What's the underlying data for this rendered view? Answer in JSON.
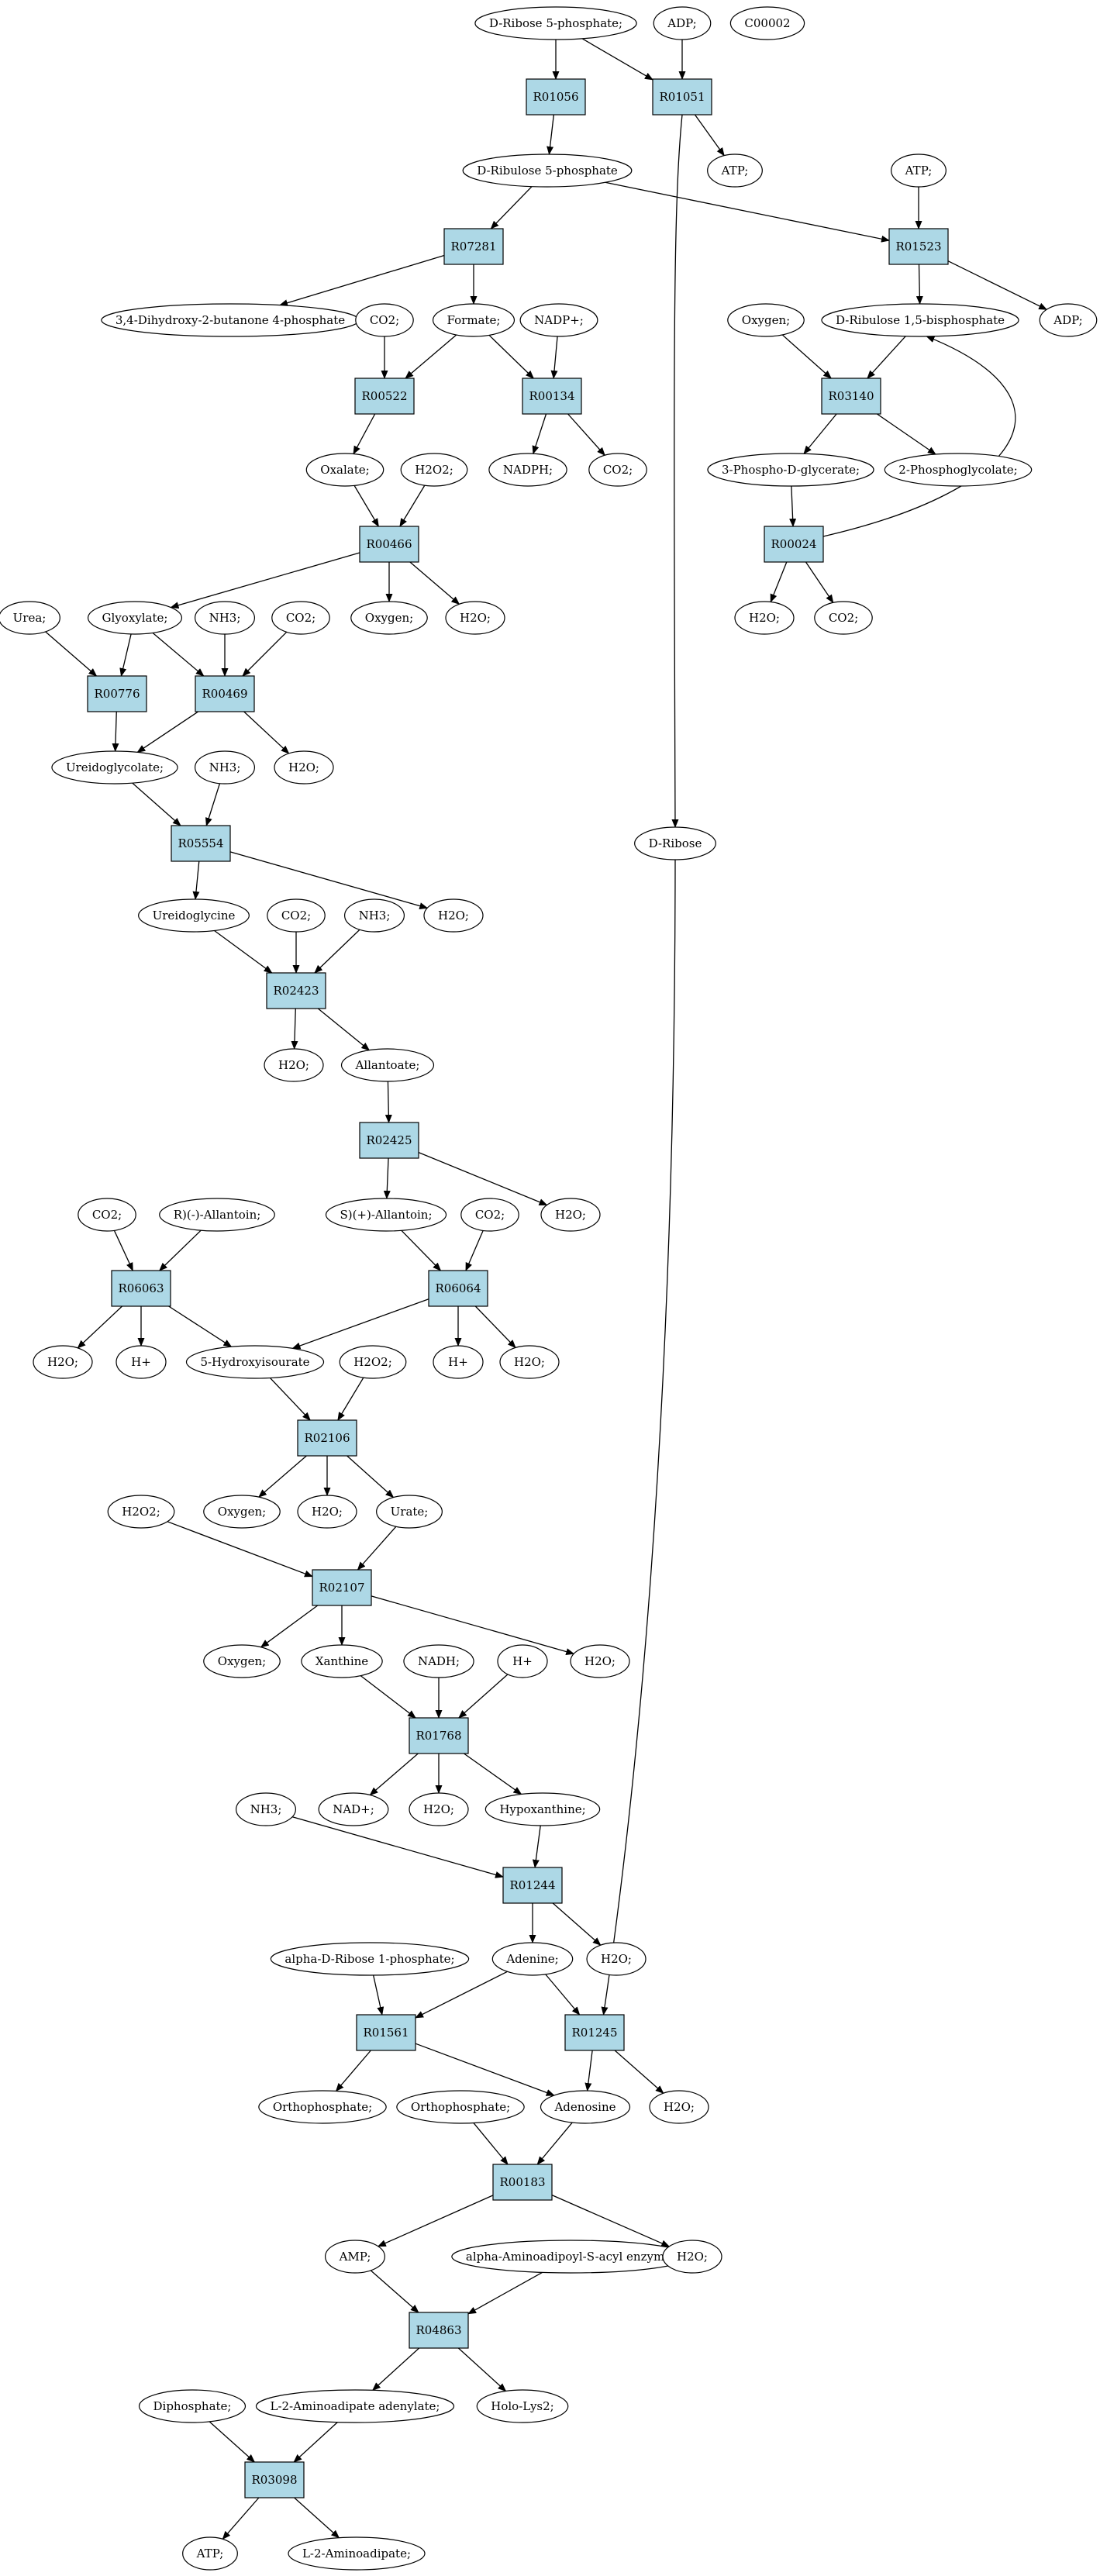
{
  "metabolites": {
    "r5p": {
      "label": "D-Ribose 5-phosphate;",
      "fill": "#00ee00"
    },
    "adp1": {
      "label": "ADP;"
    },
    "c00002": {
      "label": "C00002",
      "fill": "#ffff00"
    },
    "atp1": {
      "label": "ATP;"
    },
    "ru5p": {
      "label": "D-Ribulose 5-phosphate"
    },
    "atp2": {
      "label": "ATP;"
    },
    "dhbp": {
      "label": "3,4-Dihydroxy-2-butanone 4-phosphate"
    },
    "co2a": {
      "label": "CO2;"
    },
    "formate": {
      "label": "Formate;"
    },
    "nadp": {
      "label": "NADP+;"
    },
    "oxygen1": {
      "label": "Oxygen;"
    },
    "rubp": {
      "label": "D-Ribulose 1,5-bisphosphate"
    },
    "adp2": {
      "label": "ADP;"
    },
    "nadph": {
      "label": "NADPH;"
    },
    "co2b": {
      "label": "CO2;"
    },
    "oxalate": {
      "label": "Oxalate;"
    },
    "h2o2a": {
      "label": "H2O2;"
    },
    "pga": {
      "label": "3-Phospho-D-glycerate;"
    },
    "pglyc": {
      "label": "2-Phosphoglycolate;"
    },
    "urea": {
      "label": "Urea;"
    },
    "glyox": {
      "label": "Glyoxylate;"
    },
    "nh3a": {
      "label": "NH3;"
    },
    "co2c": {
      "label": "CO2;"
    },
    "oxygen2": {
      "label": "Oxygen;"
    },
    "h2oa": {
      "label": "H2O;"
    },
    "h2ob": {
      "label": "H2O;"
    },
    "co2d": {
      "label": "CO2;"
    },
    "ureidoglycolate": {
      "label": "Ureidoglycolate;"
    },
    "nh3b": {
      "label": "NH3;"
    },
    "h2oc": {
      "label": "H2O;"
    },
    "dribose": {
      "label": "D-Ribose"
    },
    "ureidoglycine": {
      "label": "Ureidoglycine"
    },
    "co2e": {
      "label": "CO2;"
    },
    "nh3c": {
      "label": "NH3;"
    },
    "h2od": {
      "label": "H2O;"
    },
    "h2oe": {
      "label": "H2O;"
    },
    "allantoate": {
      "label": "Allantoate;"
    },
    "co2f": {
      "label": "CO2;"
    },
    "rallantoin": {
      "label": "R)(-)-Allantoin;"
    },
    "sallantoin": {
      "label": "S)(+)-Allantoin;"
    },
    "co2g": {
      "label": "CO2;"
    },
    "h2of": {
      "label": "H2O;"
    },
    "h2og": {
      "label": "H2O;"
    },
    "hplus1": {
      "label": "H+"
    },
    "hiu": {
      "label": "5-Hydroxyisourate"
    },
    "h2o2b": {
      "label": "H2O2;"
    },
    "hplus2": {
      "label": "H+"
    },
    "h2oh": {
      "label": "H2O;"
    },
    "h2o2c": {
      "label": "H2O2;"
    },
    "oxygen3": {
      "label": "Oxygen;"
    },
    "h2oi": {
      "label": "H2O;"
    },
    "urate": {
      "label": "Urate;"
    },
    "oxygen4": {
      "label": "Oxygen;"
    },
    "xanthine": {
      "label": "Xanthine"
    },
    "nadh": {
      "label": "NADH;"
    },
    "hplus3": {
      "label": "H+"
    },
    "h2oj": {
      "label": "H2O;"
    },
    "nh3d": {
      "label": "NH3;"
    },
    "nadplus": {
      "label": "NAD+;"
    },
    "h2ok": {
      "label": "H2O;"
    },
    "hypox": {
      "label": "Hypoxanthine;"
    },
    "ar1p": {
      "label": "alpha-D-Ribose 1-phosphate;"
    },
    "adenine": {
      "label": "Adenine;"
    },
    "h2ol": {
      "label": "H2O;"
    },
    "ortho1": {
      "label": "Orthophosphate;"
    },
    "ortho2": {
      "label": "Orthophosphate;"
    },
    "adenosine": {
      "label": "Adenosine"
    },
    "h2om": {
      "label": "H2O;"
    },
    "amp": {
      "label": "AMP;"
    },
    "aaacyl": {
      "label": "alpha-Aminoadipoyl-S-acyl enzyme;"
    },
    "h2on": {
      "label": "H2O;"
    },
    "diphos": {
      "label": "Diphosphate;"
    },
    "l2aa": {
      "label": "L-2-Aminoadipate adenylate;"
    },
    "holo": {
      "label": "Holo-Lys2;"
    },
    "atp3": {
      "label": "ATP;"
    },
    "l2am": {
      "label": "L-2-Aminoadipate;"
    }
  },
  "reactions": {
    "R01056": {
      "label": "R01056"
    },
    "R01051": {
      "label": "R01051"
    },
    "R07281": {
      "label": "R07281"
    },
    "R01523": {
      "label": "R01523"
    },
    "R00522": {
      "label": "R00522"
    },
    "R00134": {
      "label": "R00134"
    },
    "R03140": {
      "label": "R03140"
    },
    "R00466": {
      "label": "R00466"
    },
    "R00024": {
      "label": "R00024"
    },
    "R00776": {
      "label": "R00776"
    },
    "R00469": {
      "label": "R00469"
    },
    "R05554": {
      "label": "R05554"
    },
    "R02423": {
      "label": "R02423"
    },
    "R02425": {
      "label": "R02425"
    },
    "R06063": {
      "label": "R06063"
    },
    "R06064": {
      "label": "R06064"
    },
    "R02106": {
      "label": "R02106"
    },
    "R02107": {
      "label": "R02107"
    },
    "R01768": {
      "label": "R01768"
    },
    "R01244": {
      "label": "R01244"
    },
    "R01561": {
      "label": "R01561"
    },
    "R01245": {
      "label": "R01245"
    },
    "R00183": {
      "label": "R00183"
    },
    "R04863": {
      "label": "R04863"
    },
    "R03098": {
      "label": "R03098"
    }
  },
  "edges": [
    [
      "r5p",
      "R01056"
    ],
    [
      "r5p",
      "R01051"
    ],
    [
      "adp1",
      "R01051"
    ],
    [
      "R01056",
      "ru5p"
    ],
    [
      "R01051",
      "atp1"
    ],
    [
      "R01051",
      "dribose"
    ],
    [
      "ru5p",
      "R07281"
    ],
    [
      "ru5p",
      "R01523"
    ],
    [
      "atp2",
      "R01523"
    ],
    [
      "R07281",
      "dhbp"
    ],
    [
      "R07281",
      "formate"
    ],
    [
      "R01523",
      "rubp"
    ],
    [
      "R01523",
      "adp2"
    ],
    [
      "co2a",
      "R00522"
    ],
    [
      "formate",
      "R00522"
    ],
    [
      "formate",
      "R00134"
    ],
    [
      "nadp",
      "R00134"
    ],
    [
      "R00522",
      "oxalate"
    ],
    [
      "R00134",
      "nadph"
    ],
    [
      "R00134",
      "co2b"
    ],
    [
      "oxygen1",
      "R03140"
    ],
    [
      "rubp",
      "R03140"
    ],
    [
      "R03140",
      "pga"
    ],
    [
      "R03140",
      "pglyc"
    ],
    [
      "pga",
      "R00024"
    ],
    [
      "R00024",
      "rubp"
    ],
    [
      "R00024",
      "h2oa"
    ],
    [
      "R00024",
      "co2d"
    ],
    [
      "oxalate",
      "R00466"
    ],
    [
      "h2o2a",
      "R00466"
    ],
    [
      "R00466",
      "glyox"
    ],
    [
      "R00466",
      "oxygen2"
    ],
    [
      "R00466",
      "h2ob"
    ],
    [
      "urea",
      "R00776"
    ],
    [
      "glyox",
      "R00776"
    ],
    [
      "glyox",
      "R00469"
    ],
    [
      "nh3a",
      "R00469"
    ],
    [
      "co2c",
      "R00469"
    ],
    [
      "R00776",
      "ureidoglycolate"
    ],
    [
      "R00469",
      "ureidoglycolate"
    ],
    [
      "R00469",
      "h2oc"
    ],
    [
      "ureidoglycolate",
      "R05554"
    ],
    [
      "nh3b",
      "R05554"
    ],
    [
      "R05554",
      "ureidoglycine"
    ],
    [
      "R05554",
      "h2od"
    ],
    [
      "ureidoglycine",
      "R02423"
    ],
    [
      "co2e",
      "R02423"
    ],
    [
      "nh3c",
      "R02423"
    ],
    [
      "R02423",
      "h2oe"
    ],
    [
      "R02423",
      "allantoate"
    ],
    [
      "allantoate",
      "R02425"
    ],
    [
      "R02425",
      "sallantoin"
    ],
    [
      "R02425",
      "h2of"
    ],
    [
      "co2f",
      "R06063"
    ],
    [
      "rallantoin",
      "R06063"
    ],
    [
      "R06063",
      "h2og"
    ],
    [
      "R06063",
      "hplus1"
    ],
    [
      "R06063",
      "hiu"
    ],
    [
      "sallantoin",
      "R06064"
    ],
    [
      "co2g",
      "R06064"
    ],
    [
      "R06064",
      "hiu"
    ],
    [
      "R06064",
      "hplus2"
    ],
    [
      "R06064",
      "h2oh"
    ],
    [
      "hiu",
      "R02106"
    ],
    [
      "h2o2b",
      "R02106"
    ],
    [
      "R02106",
      "oxygen3"
    ],
    [
      "R02106",
      "h2oi"
    ],
    [
      "R02106",
      "urate"
    ],
    [
      "h2o2c",
      "R02107"
    ],
    [
      "urate",
      "R02107"
    ],
    [
      "R02107",
      "oxygen4"
    ],
    [
      "R02107",
      "xanthine"
    ],
    [
      "R02107",
      "h2oj"
    ],
    [
      "xanthine",
      "R01768"
    ],
    [
      "nadh",
      "R01768"
    ],
    [
      "hplus3",
      "R01768"
    ],
    [
      "R01768",
      "nadplus"
    ],
    [
      "R01768",
      "h2ok"
    ],
    [
      "R01768",
      "hypox"
    ],
    [
      "nh3d",
      "R01244"
    ],
    [
      "hypox",
      "R01244"
    ],
    [
      "R01244",
      "adenine"
    ],
    [
      "R01244",
      "h2ol"
    ],
    [
      "ar1p",
      "R01561"
    ],
    [
      "adenine",
      "R01561"
    ],
    [
      "adenine",
      "R01245"
    ],
    [
      "dribose",
      "R01245"
    ],
    [
      "R01561",
      "ortho1"
    ],
    [
      "R01561",
      "adenosine"
    ],
    [
      "R01245",
      "adenosine"
    ],
    [
      "R01245",
      "h2om"
    ],
    [
      "ortho2",
      "R00183"
    ],
    [
      "adenosine",
      "R00183"
    ],
    [
      "R00183",
      "amp"
    ],
    [
      "R00183",
      "h2on"
    ],
    [
      "amp",
      "R04863"
    ],
    [
      "aaacyl",
      "R04863"
    ],
    [
      "R04863",
      "l2aa"
    ],
    [
      "R04863",
      "holo"
    ],
    [
      "diphos",
      "R03098"
    ],
    [
      "l2aa",
      "R03098"
    ],
    [
      "R03098",
      "atp3"
    ],
    [
      "R03098",
      "l2am"
    ]
  ]
}
